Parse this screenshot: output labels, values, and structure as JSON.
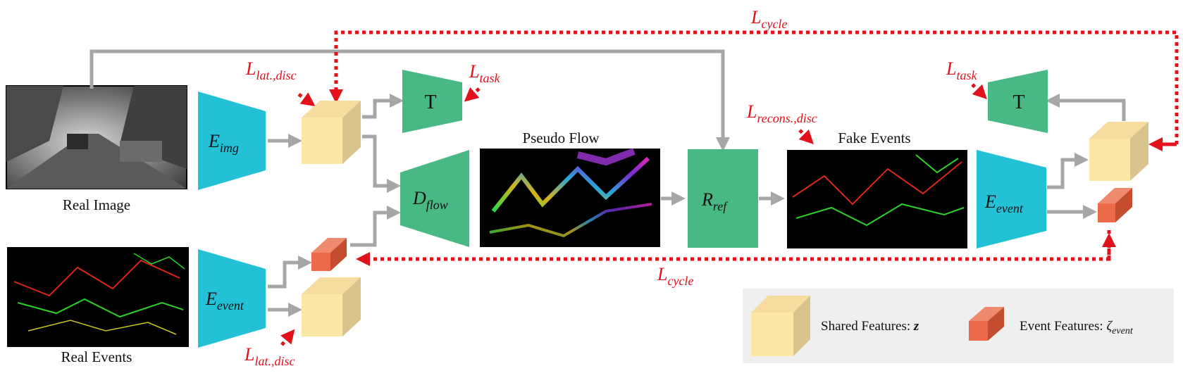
{
  "inputs": {
    "real_image_label": "Real Image",
    "real_events_label": "Real Events"
  },
  "encoders": {
    "e_img": {
      "base": "E",
      "sub": "img"
    },
    "e_event_left": {
      "base": "E",
      "sub": "event"
    },
    "e_event_right": {
      "base": "E",
      "sub": "event"
    }
  },
  "modules": {
    "task_left": "T",
    "task_right": "T",
    "d_flow": {
      "base": "D",
      "sub": "flow"
    },
    "r_ref": {
      "base": "R",
      "sub": "ref"
    }
  },
  "outputs": {
    "pseudo_flow_label": "Pseudo Flow",
    "fake_events_label": "Fake Events"
  },
  "losses": {
    "l_cycle_top": {
      "base": "L",
      "sub": "cycle"
    },
    "l_cycle_bottom": {
      "base": "L",
      "sub": "cycle"
    },
    "l_lat_disc_top": {
      "base": "L",
      "sub": "lat.,disc"
    },
    "l_lat_disc_bottom": {
      "base": "L",
      "sub": "lat.,disc"
    },
    "l_task_left": {
      "base": "L",
      "sub": "task"
    },
    "l_task_right": {
      "base": "L",
      "sub": "task"
    },
    "l_recons_disc": {
      "base": "L",
      "sub": "recons.,disc"
    }
  },
  "legend": {
    "shared_features_text": "Shared Features: ",
    "shared_features_symbol": "z",
    "event_features_text": "Event Features: ",
    "event_features_symbol_base": "ζ",
    "event_features_symbol_sub": "event"
  },
  "colors": {
    "encoder": "#22c1d6",
    "module": "#48b985",
    "shared_feature": "#fce7a5",
    "event_feature": "#ec6a4a",
    "loss": "#e3111b",
    "arrow": "#a6a6a6",
    "legend_bg": "#efefef"
  }
}
